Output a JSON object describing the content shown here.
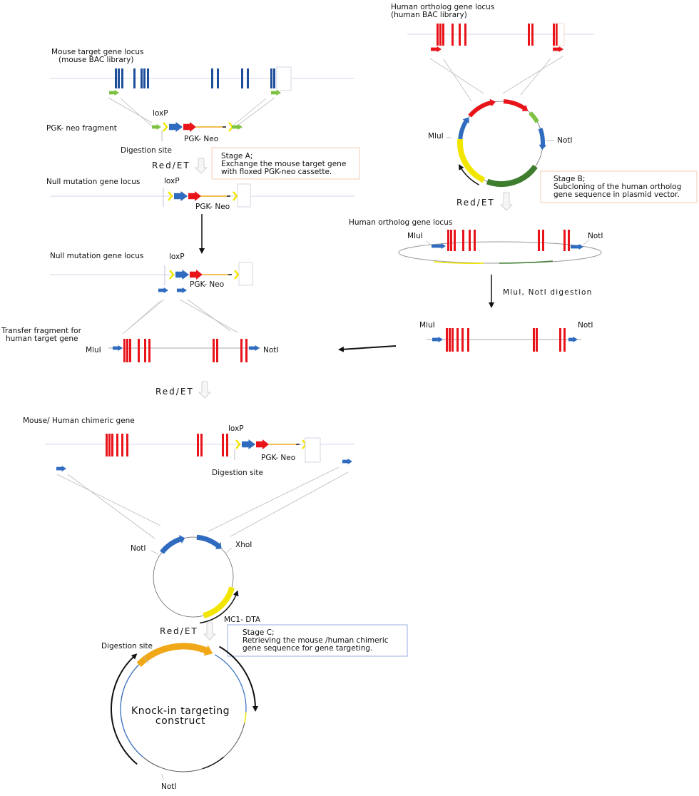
{
  "colors": {
    "mouse_exon": "#1f4e9a",
    "human_exon": "#e8141a",
    "homology": "#7dc242",
    "pgk": "#2f6bbf",
    "neo": "#e8141a",
    "loxp": "#f2e600",
    "orange": "#f0a818",
    "dark_green": "#3e7d2e",
    "box_a": "#f3cdb5",
    "box_b": "#f3cdb5",
    "box_c": "#9aaedc"
  },
  "stage_a": {
    "mouse_locus_title": "Mouse target gene locus",
    "mouse_locus_sub": "(mouse BAC library)",
    "loxp": "loxP",
    "pgk_neo_fragment": "PGK- neo fragment",
    "pgk_neo": "PGK- Neo",
    "digestion_site": "Digestion site",
    "red_et": "Red/ET",
    "box_lines": [
      "Stage A;",
      "Exchange the mouse target gene",
      "with floxed PGK-neo cassette."
    ],
    "null_locus": "Null mutation gene locus",
    "null_loxp": "loxP",
    "null_pgk_neo": "PGK- Neo"
  },
  "transfer": {
    "null_locus": "Null mutation gene locus",
    "loxp": "loxP",
    "pgk_neo": "PGK- Neo",
    "title_1": "Transfer fragment for",
    "title_2": "human target gene",
    "mlui": "MluI",
    "noti": "NotI",
    "red_et": "Red/ET"
  },
  "stage_b": {
    "human_locus_title": "Human ortholog gene locus",
    "human_locus_sub": "(human BAC library)",
    "mlui": "MluI",
    "noti": "NotI",
    "red_et": "Red/ET",
    "box_lines": [
      "Stage B;",
      "Subcloning of the human ortholog",
      "gene sequence in plasmid vector."
    ],
    "human_locus_2": "Human ortholog gene locus",
    "mlui_2": "MluI",
    "noti_2": "NotI",
    "digestion": "MluI,  NotI  digestion",
    "mlui_3": "MluI",
    "noti_3": "NotI"
  },
  "stage_c": {
    "chimeric_title": "Mouse/ Human chimeric gene",
    "loxp": "loxP",
    "pgk_neo": "PGK- Neo",
    "digestion_site": "Digestion site",
    "noti": "NotI",
    "xhoi": "XhoI",
    "mc1_dta": "MC1- DTA",
    "red_et": "Red/ET",
    "box_lines": [
      "Stage C;",
      "Retrieving the mouse /human chimeric",
      "gene sequence for gene targeting."
    ],
    "digestion_site_2": "Digestion site",
    "construct_1": "Knock-in targeting",
    "construct_2": "construct",
    "noti_2": "NotI"
  }
}
